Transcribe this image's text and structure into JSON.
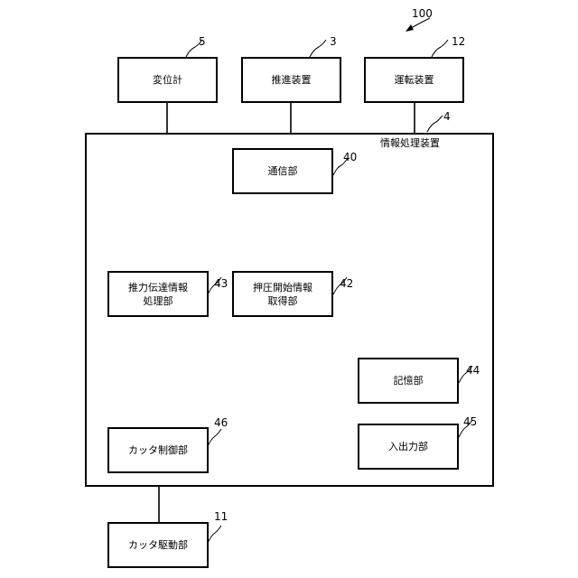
{
  "diagram": {
    "figure_ref": "100",
    "external": {
      "displacement_meter": {
        "label": "変位計",
        "ref": "5"
      },
      "propulsion_device": {
        "label": "推進装置",
        "ref": "3"
      },
      "operation_device": {
        "label": "運転装置",
        "ref": "12"
      },
      "cutter_drive": {
        "label": "カッタ駆動部",
        "ref": "11"
      }
    },
    "info_processor": {
      "title": "情報処理装置",
      "ref": "4",
      "units": {
        "communication": {
          "label": "通信部",
          "ref": "40"
        },
        "thrust_transfer": {
          "label": "推力伝達情報\n処理部",
          "ref": "43"
        },
        "press_start": {
          "label": "押圧開始情報\n取得部",
          "ref": "42"
        },
        "storage": {
          "label": "記憶部",
          "ref": "44"
        },
        "cutter_control": {
          "label": "カッタ制御部",
          "ref": "46"
        },
        "io": {
          "label": "入出力部",
          "ref": "45"
        }
      }
    }
  }
}
